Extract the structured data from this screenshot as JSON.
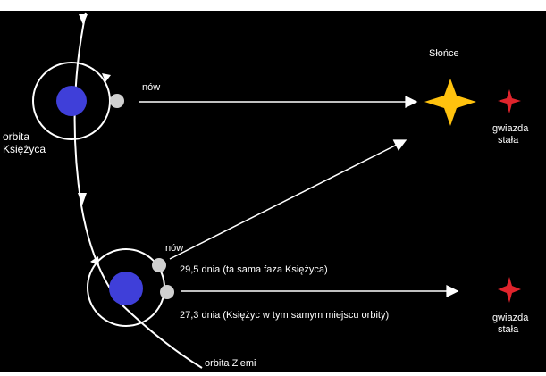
{
  "labels": {
    "sun": "Słońce",
    "moon_orbit_line1": "orbita",
    "moon_orbit_line2": "Księżyca",
    "new_moon_top": "nów",
    "new_moon_bottom": "nów",
    "fixed_star_top_line1": "gwiazda",
    "fixed_star_top_line2": "stała",
    "fixed_star_bottom_line1": "gwiazda",
    "fixed_star_bottom_line2": "stała",
    "synodic_month": "29,5 dnia (ta sama faza Księżyca)",
    "sidereal_month": "27,3 dnia (Księżyc w tym samym miejscu orbity)",
    "earth_orbit": "orbita Ziemi"
  },
  "colors": {
    "space_background": "#000000",
    "earth": "#3f3fd9",
    "moon": "#d0d0d0",
    "sun": "#ffc20e",
    "fixed_star": "#e0242c",
    "lines": "#ffffff",
    "text": "#ffffff"
  }
}
